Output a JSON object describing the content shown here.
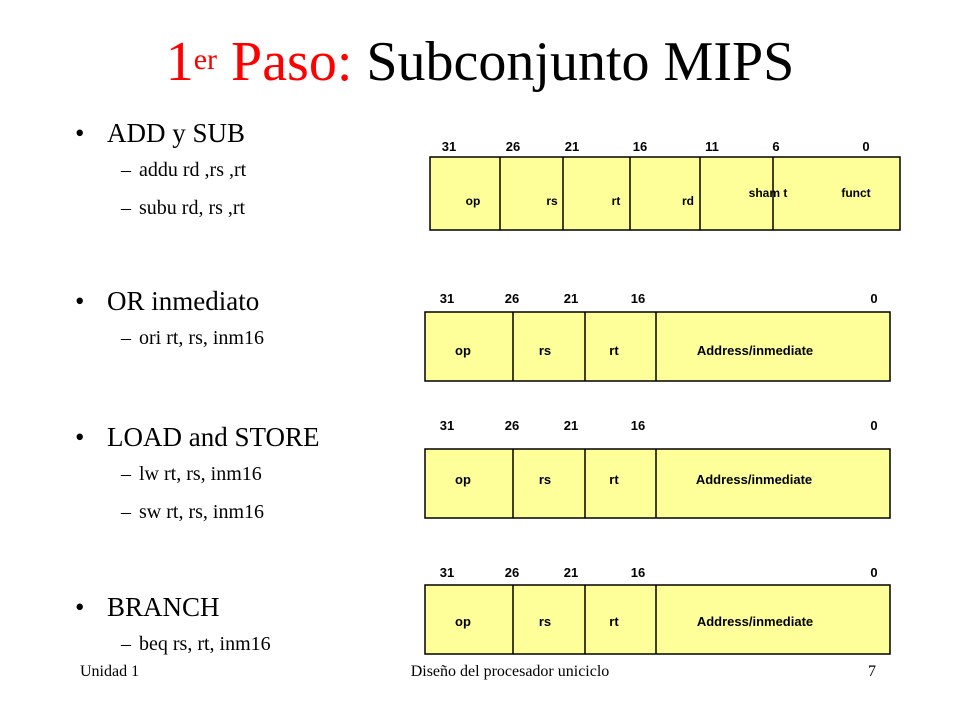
{
  "slide": {
    "title_prefix": "1",
    "title_superscript": "er",
    "title_step": "Paso:",
    "title_rest": "Subconjunto MIPS",
    "title_red_color": "#ff0000",
    "format_fill_color": "#ffff99"
  },
  "bullets": [
    {
      "heading": "ADD y SUB",
      "items": [
        "addu  rd ,rs ,rt",
        "subu  rd, rs ,rt"
      ]
    },
    {
      "heading": "OR inmediato",
      "items": [
        "ori rt, rs, inm16"
      ]
    },
    {
      "heading": "LOAD and STORE",
      "items": [
        "lw rt, rs, inm16",
        "sw rt, rs, inm16"
      ]
    },
    {
      "heading": "BRANCH",
      "items": [
        "beq rs, rt, inm16"
      ]
    }
  ],
  "formats": [
    {
      "bit_labels": [
        "31",
        "26",
        "21",
        "16",
        "11",
        "6",
        "0"
      ],
      "fields": [
        "op",
        "rs",
        "rt",
        "rd",
        "sham t",
        "funct"
      ]
    },
    {
      "bit_labels": [
        "31",
        "26",
        "21",
        "16",
        "0"
      ],
      "fields": [
        "op",
        "rs",
        "rt",
        "Address/inmediate"
      ]
    },
    {
      "bit_labels": [
        "31",
        "26",
        "21",
        "16",
        "0"
      ],
      "fields": [
        "op",
        "rs",
        "rt",
        "Address/inmediate"
      ]
    },
    {
      "bit_labels": [
        "31",
        "26",
        "21",
        "16",
        "0"
      ],
      "fields": [
        "op",
        "rs",
        "rt",
        "Address/inmediate"
      ]
    }
  ],
  "footer": {
    "left": "Unidad 1",
    "center": "Diseño del procesador uniciclo",
    "page_number": "7"
  }
}
